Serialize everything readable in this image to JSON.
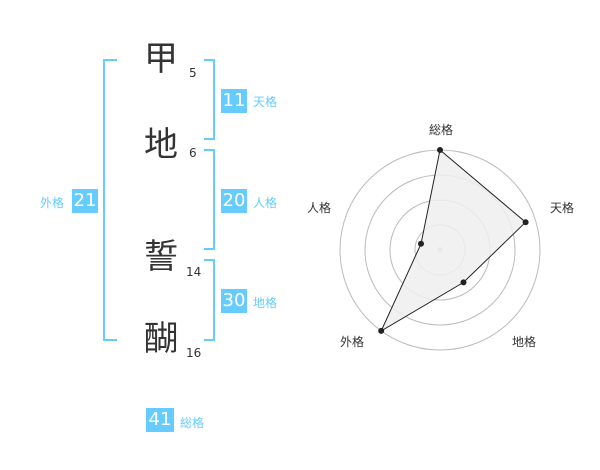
{
  "characters": [
    {
      "char": "甲",
      "strokes": "5"
    },
    {
      "char": "地",
      "strokes": "6"
    },
    {
      "char": "誓",
      "strokes": "14"
    },
    {
      "char": "醐",
      "strokes": "16"
    }
  ],
  "fortunes": {
    "tenkaku": {
      "label": "天格",
      "value": "11"
    },
    "jinkaku": {
      "label": "人格",
      "value": "20"
    },
    "chikaku": {
      "label": "地格",
      "value": "30"
    },
    "gaikaku": {
      "label": "外格",
      "value": "21"
    },
    "soukaku": {
      "label": "総格",
      "value": "41"
    }
  },
  "colors": {
    "accent": "#66ccff",
    "text": "#333333",
    "radar_fill": "#eeeeee",
    "radar_grid": "#bbbbbb",
    "radar_line": "#222222"
  },
  "chart_data": {
    "type": "radar",
    "axes": [
      "総格",
      "天格",
      "地格",
      "外格",
      "人格"
    ],
    "values": [
      5,
      4.5,
      2,
      5,
      1
    ],
    "max": 5,
    "grid_levels": 4
  }
}
